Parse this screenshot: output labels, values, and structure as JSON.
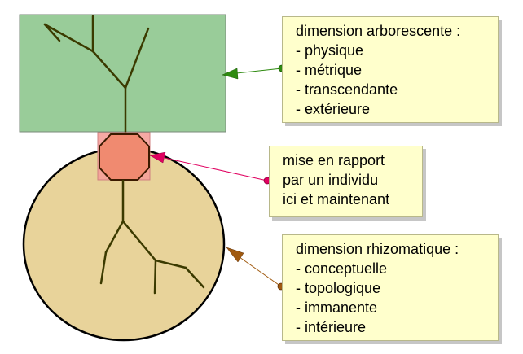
{
  "diagram": {
    "colors": {
      "tree_box": "#99cc99",
      "circle": "#e8d39a",
      "connector": "#f5a09a",
      "octagon": "#f08a70",
      "branch": "#3b3a00",
      "callout_bg": "#ffffcc",
      "arrow_tree": "#2e8a10",
      "arrow_connector": "#e00060",
      "arrow_rhizome": "#a05a10"
    },
    "tree_callout": {
      "lines": [
        "dimension arborescente :",
        "- physique",
        "- métrique",
        "- transcendante",
        "- extérieure"
      ]
    },
    "connector_callout": {
      "lines": [
        "mise en rapport",
        "par un individu",
        "ici et maintenant"
      ]
    },
    "rhizome_callout": {
      "lines": [
        "dimension rhizomatique :",
        "- conceptuelle",
        "- topologique",
        "- immanente",
        "- intérieure"
      ]
    }
  }
}
